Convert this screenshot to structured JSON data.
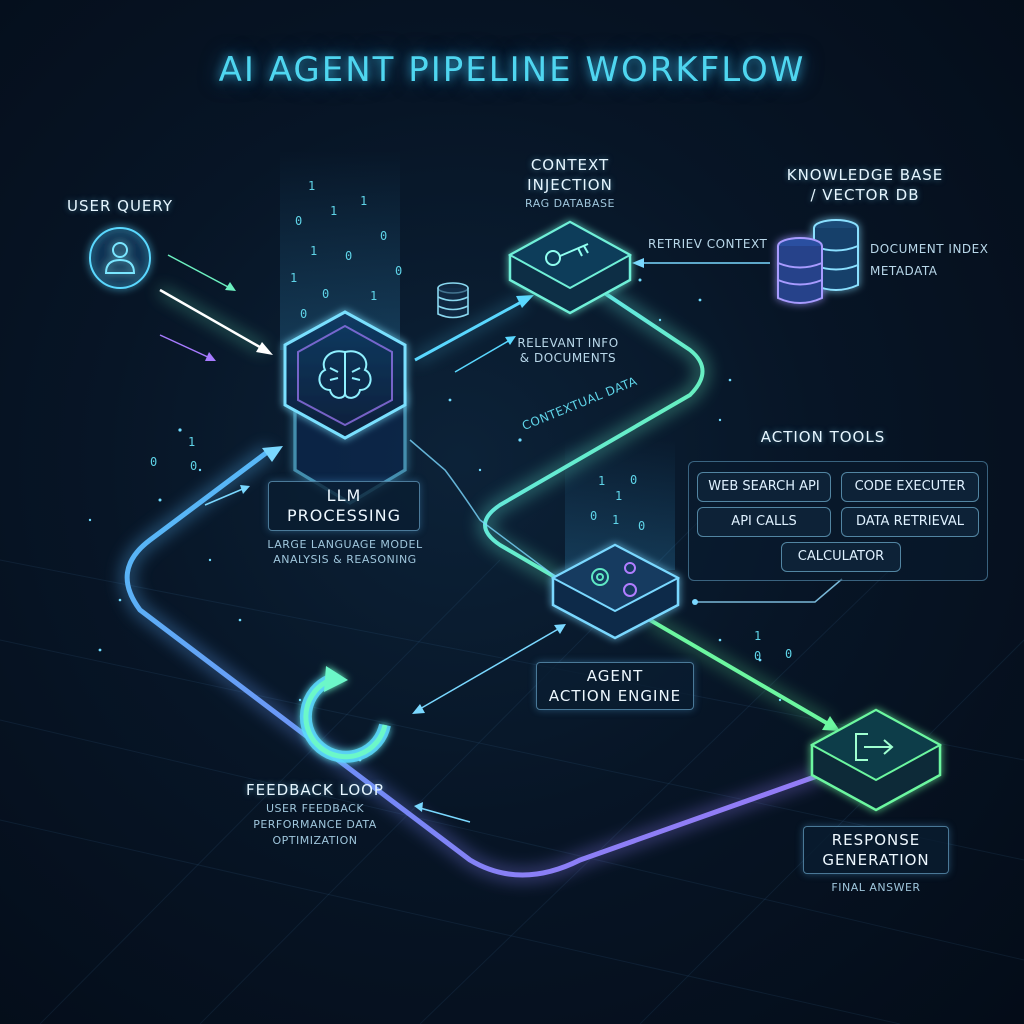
{
  "title": "AI AGENT PIPELINE WORKFLOW",
  "user_query": {
    "label": "USER QUERY"
  },
  "llm": {
    "label_line1": "LLM",
    "label_line2": "PROCESSING",
    "sub_line1": "LARGE LANGUAGE MODEL",
    "sub_line2": "ANALYSIS & REASONING"
  },
  "context": {
    "label_line1": "CONTEXT",
    "label_line2": "INJECTION",
    "sub": "RAG DATABASE"
  },
  "knowledge": {
    "label_line1": "KNOWLEDGE BASE",
    "label_line2": "/ VECTOR DB",
    "item1": "DOCUMENT INDEX",
    "item2": "METADATA"
  },
  "annotations": {
    "retrieve": "RETRIEV CONTEXT",
    "relevant_line1": "RELEVANT INFO",
    "relevant_line2": "& DOCUMENTS",
    "contextual": "CONTEXTUAL DATA"
  },
  "tools": {
    "heading": "ACTION TOOLS",
    "items": [
      "WEB SEARCH API",
      "CODE EXECUTER",
      "API CALLS",
      "DATA RETRIEVAL",
      "CALCULATOR"
    ]
  },
  "engine": {
    "label_line1": "AGENT",
    "label_line2": "ACTION ENGINE"
  },
  "response": {
    "label_line1": "RESPONSE",
    "label_line2": "GENERATION",
    "sub": "FINAL ANSWER"
  },
  "feedback": {
    "label": "FEEDBACK LOOP",
    "sub1": "USER FEEDBACK",
    "sub2": "PERFORMANCE DATA",
    "sub3": "OPTIMIZATION"
  },
  "binary_digits": [
    "0",
    "1"
  ],
  "colors": {
    "accent_cyan": "#4fd6f0",
    "accent_green": "#5cf2b0",
    "accent_violet": "#9a7bff",
    "background": "#071526"
  },
  "icons": {
    "user": "user-icon",
    "llm": "brain-icon",
    "context": "key-icon",
    "knowledge": "database-icon",
    "engine": "gears-icon",
    "response": "exit-icon",
    "feedback": "refresh-arrow-icon"
  }
}
